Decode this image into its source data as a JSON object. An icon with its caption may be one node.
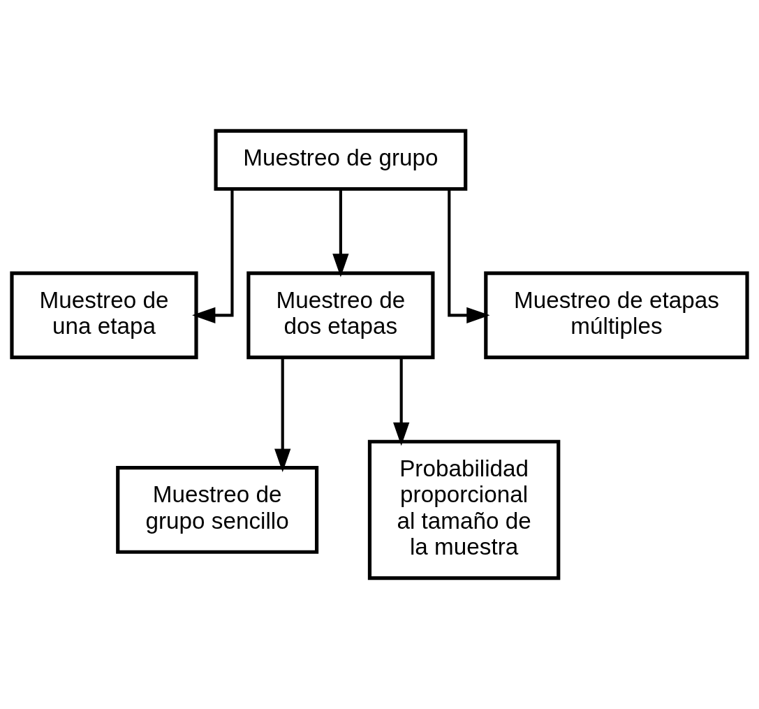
{
  "diagram": {
    "nodes": [
      {
        "text": [
          "Muestreo de grupo"
        ]
      },
      {
        "text": [
          "Muestreo de una etapa"
        ]
      },
      {
        "text": [
          "Muestreo de dos etapas"
        ]
      },
      {
        "text": [
          "Muestreo de etapas múltiples"
        ]
      },
      {
        "text": [
          "Muestreo de grupo sencillo"
        ]
      },
      {
        "text": [
          "Probabilidad proporcional al tamaño de la muestra"
        ]
      }
    ],
    "edges": [
      {
        "from": 0,
        "to": 1,
        "arrow": "to"
      },
      {
        "from": 0,
        "to": 2,
        "arrow": "to"
      },
      {
        "from": 0,
        "to": 3,
        "arrow": "to"
      },
      {
        "from": 2,
        "to": 4,
        "arrow": "to"
      },
      {
        "from": 2,
        "to": 5,
        "arrow": "to"
      }
    ]
  }
}
